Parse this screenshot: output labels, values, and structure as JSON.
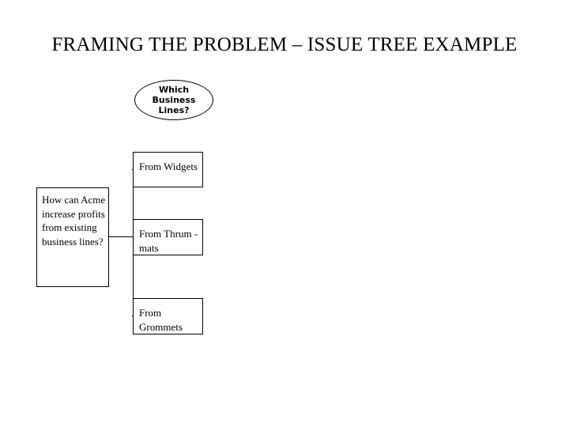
{
  "slide": {
    "title": "FRAMING THE PROBLEM – ISSUE TREE EXAMPLE",
    "background_color": "#ffffff",
    "line_color": "#000000",
    "text_color": "#000000"
  },
  "diagram": {
    "root": {
      "shape": "ellipse",
      "label_line_1": "Which",
      "label_line_2": "Business",
      "label_line_3": "Lines?",
      "label": "Which Business Lines?"
    },
    "question": {
      "shape": "rectangle",
      "label": "How can Acme increase profits from existing business lines?"
    },
    "branches": [
      {
        "shape": "rectangle",
        "label": "From Widgets"
      },
      {
        "shape": "rectangle",
        "label": "From Thrum -mats"
      },
      {
        "shape": "rectangle",
        "label": "From Grommets"
      }
    ]
  }
}
